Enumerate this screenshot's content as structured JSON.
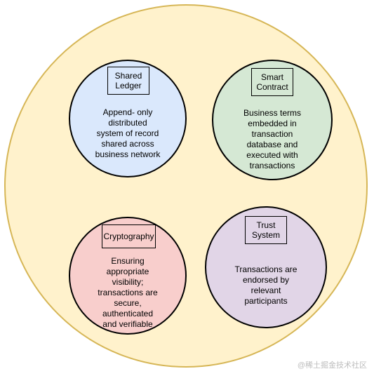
{
  "colors": {
    "outer_fill": "#fff2cc",
    "outer_border": "#d6b656",
    "ledger_fill": "#dae8fc",
    "smart_contract_fill": "#d5e8d4",
    "cryptography_fill": "#f8cecc",
    "trust_system_fill": "#e1d5e7"
  },
  "concepts": {
    "shared_ledger": {
      "label": "Shared\nLedger",
      "description": "Append- only\ndistributed\nsystem of record\nshared across\nbusiness network"
    },
    "smart_contract": {
      "label": "Smart\nContract",
      "description": "Business terms\nembedded in\ntransaction\ndatabase and\nexecuted with\ntransactions"
    },
    "cryptography": {
      "label": "Cryptography",
      "description": "Ensuring\nappropriate\nvisibility;\ntransactions are\nsecure,\nauthenticated\nand verifiable"
    },
    "trust_system": {
      "label": "Trust\nSystem",
      "description": "Transactions are\nendorsed by\nrelevant\nparticipants"
    }
  },
  "watermark": "@稀土掘金技术社区"
}
